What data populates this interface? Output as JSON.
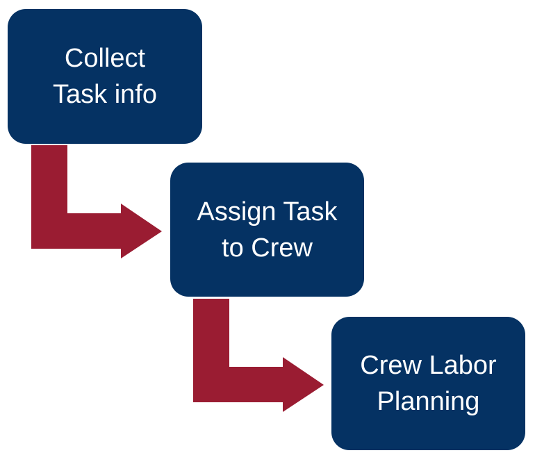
{
  "diagram": {
    "colors": {
      "box_fill": "#053263",
      "arrow_fill": "#9a1c32",
      "text": "#ffffff"
    },
    "steps": [
      {
        "label": "Collect\nTask info"
      },
      {
        "label": "Assign Task\nto Crew"
      },
      {
        "label": "Crew Labor\nPlanning"
      }
    ],
    "connectors": [
      {
        "from": "Collect Task info",
        "to": "Assign Task to Crew",
        "shape": "bent-arrow"
      },
      {
        "from": "Assign Task to Crew",
        "to": "Crew Labor Planning",
        "shape": "bent-arrow"
      }
    ]
  }
}
